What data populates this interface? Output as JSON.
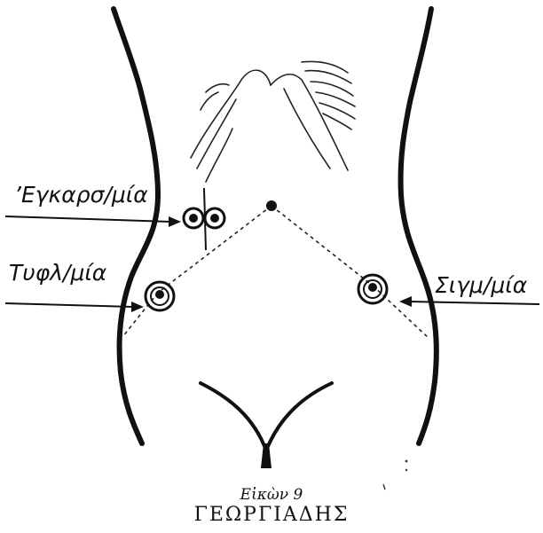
{
  "labels": {
    "incision_transverse": "’Εγκαρσ/μία",
    "incision_cecum": "Τυφλ/μία",
    "incision_sigmoid": "Σιγμ/μία"
  },
  "caption": {
    "figure": "Εἰκὼν 9",
    "author": "ΓΕΩΡΓΙΑΔΗΣ"
  }
}
